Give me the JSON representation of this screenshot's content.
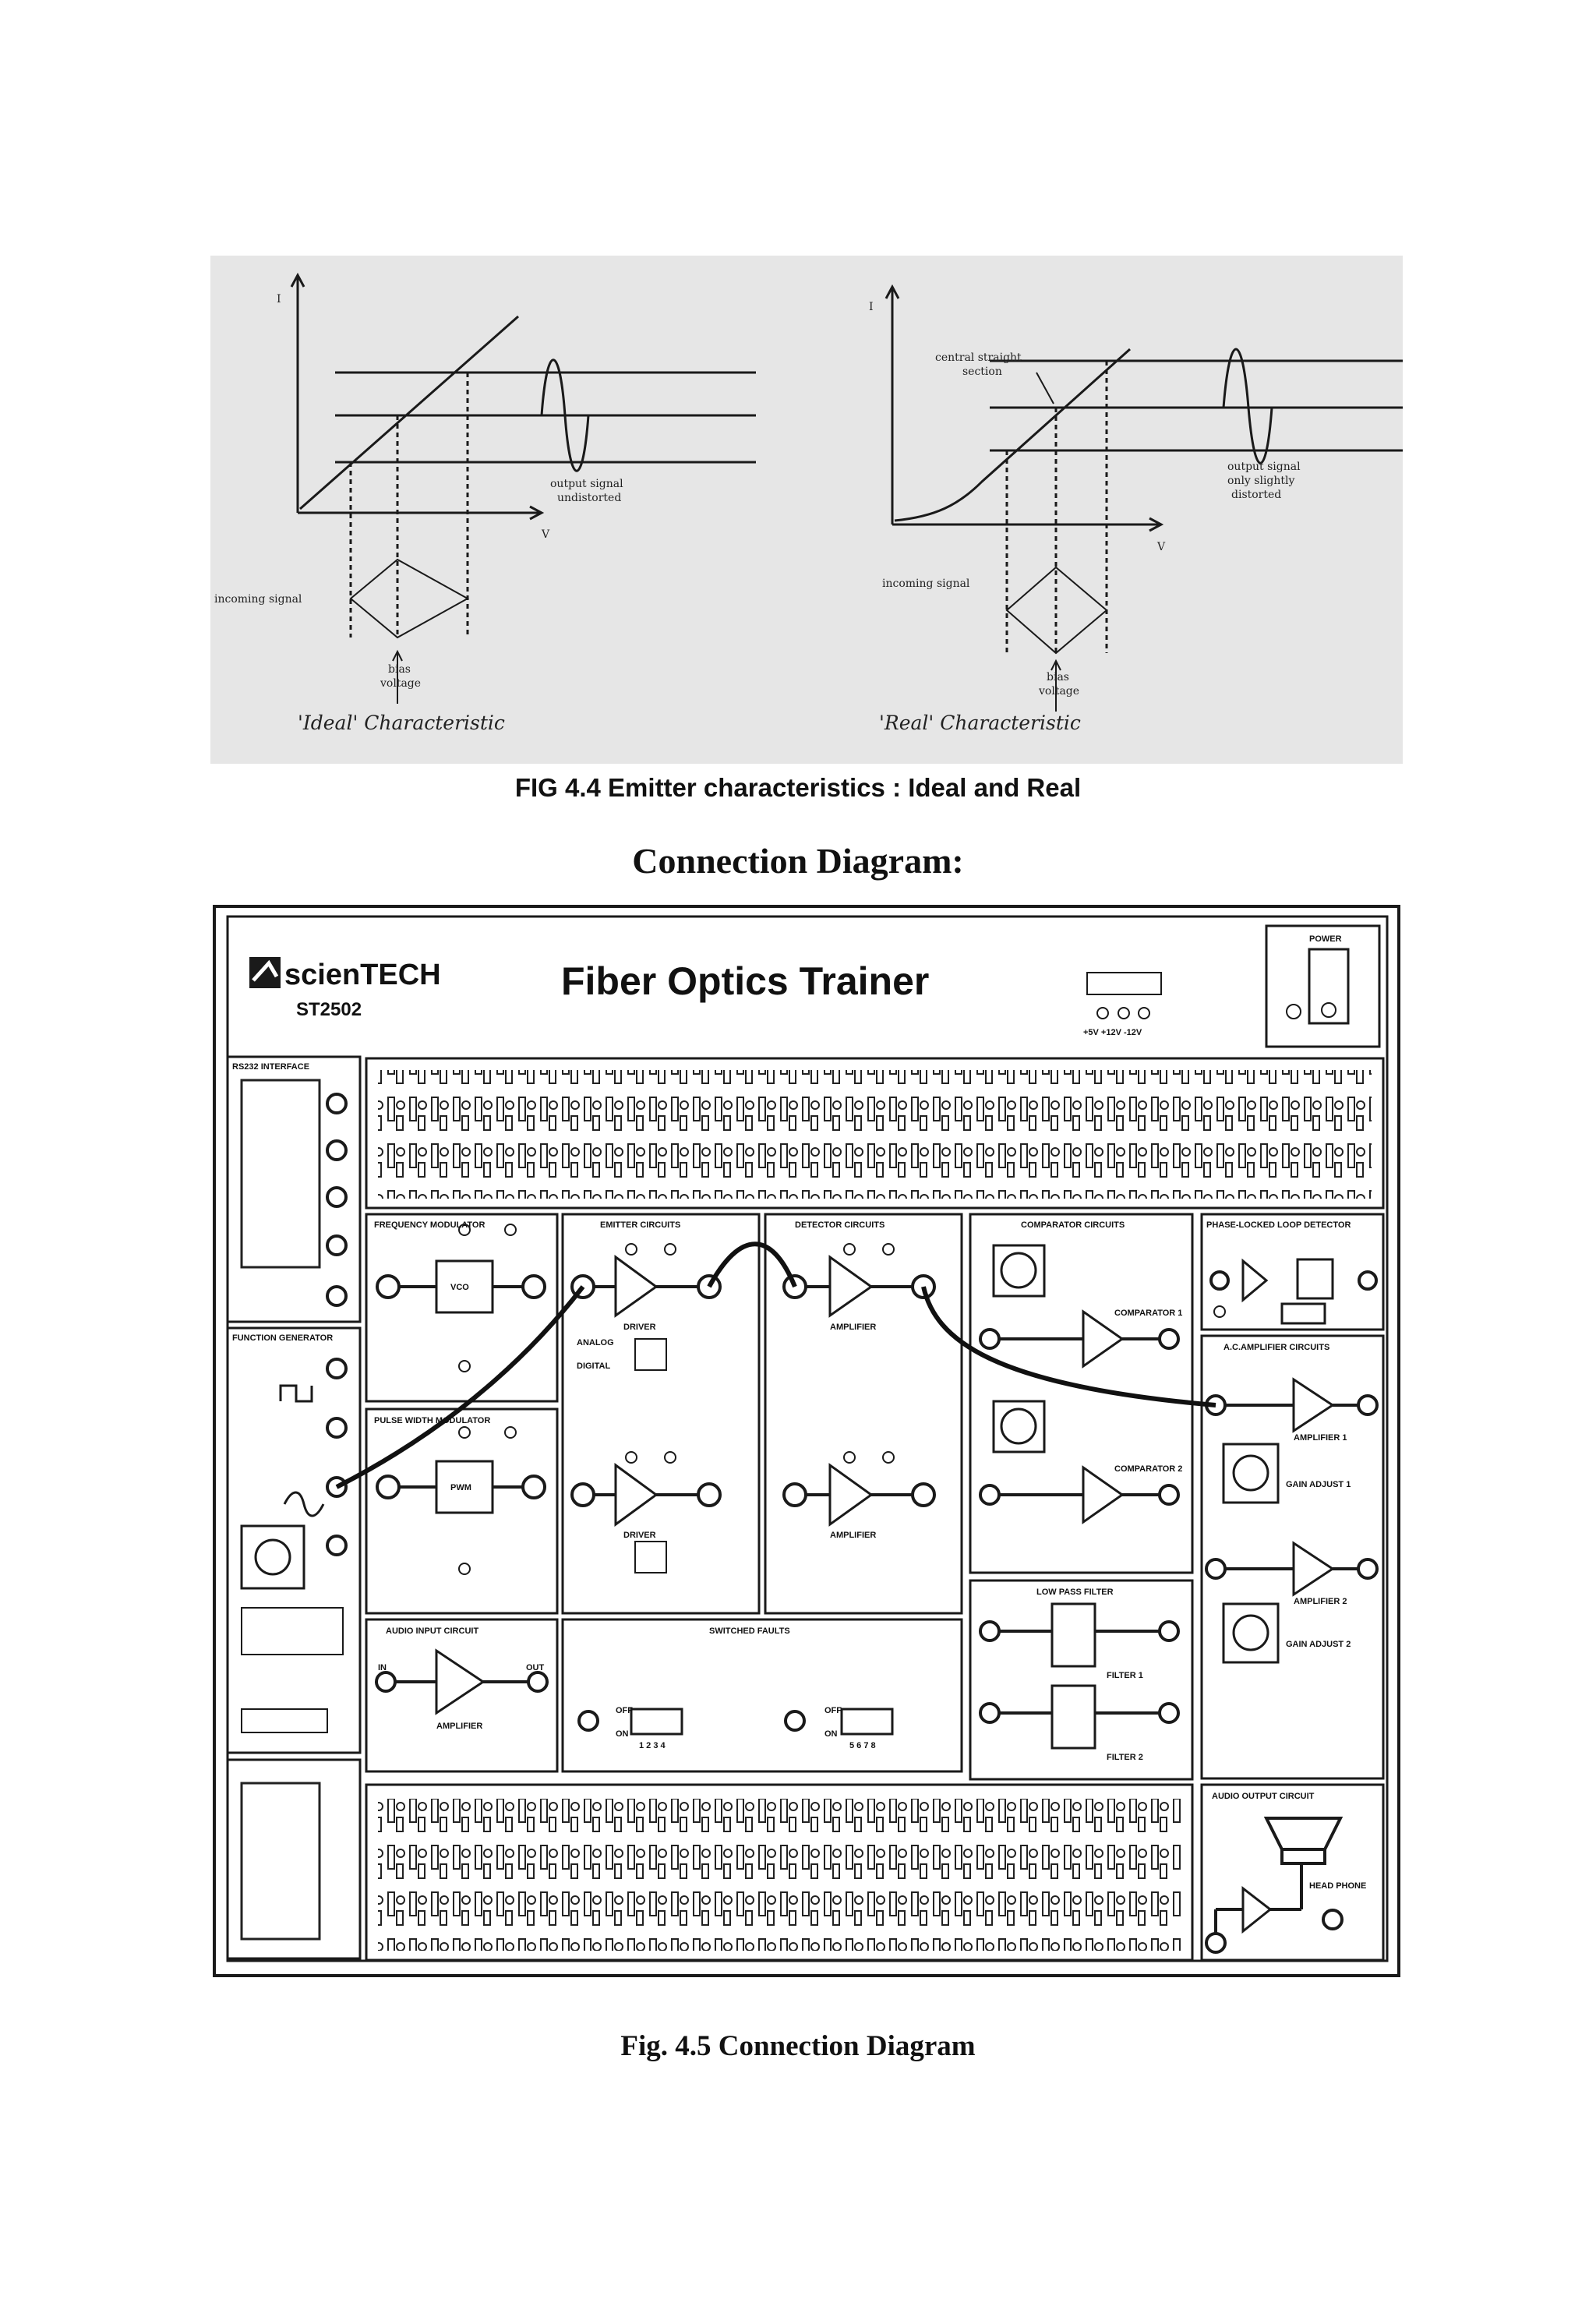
{
  "figure_4_4": {
    "ideal": {
      "y_axis": "I",
      "x_axis": "V",
      "output_label_1": "output signal",
      "output_label_2": "undistorted",
      "input_label": "incoming signal",
      "bias_1": "bias",
      "bias_2": "voltage",
      "title": "'Ideal' Characteristic"
    },
    "real": {
      "y_axis": "I",
      "x_axis": "V",
      "section_1": "central straight",
      "section_2": "section",
      "output_label_1": "output signal",
      "output_label_2": "only slightly",
      "output_label_3": "distorted",
      "input_label": "incoming signal",
      "bias_1": "bias",
      "bias_2": "voltage",
      "title": "'Real' Characteristic"
    },
    "caption": "FIG 4.4 Emitter characteristics : Ideal and Real"
  },
  "section_heading": "Connection Diagram:",
  "trainer": {
    "brand": "scienTECH",
    "model": "ST2502",
    "title": "Fiber Optics Trainer",
    "power": "POWER",
    "supply_labels": "+5V  +12V  -12V",
    "panels": {
      "pc_interface": "RS232 INTERFACE",
      "function_generator": "FUNCTION GENERATOR",
      "frequency_modulator": "FREQUENCY MODULATOR",
      "pulse_width_modulator": "PULSE WIDTH MODULATOR",
      "emitter_circuits": "EMITTER CIRCUITS",
      "detector_circuits": "DETECTOR CIRCUITS",
      "comparator_circuits": "COMPARATOR CIRCUITS",
      "pll_detector": "PHASE-LOCKED LOOP DETECTOR",
      "ac_amplifier": "A.C.AMPLIFIER CIRCUITS",
      "low_pass_filter": "LOW PASS FILTER",
      "audio_input": "AUDIO INPUT CIRCUIT",
      "switched_faults": "SWITCHED FAULTS",
      "audio_output": "AUDIO OUTPUT CIRCUIT"
    },
    "sub_labels": {
      "vco": "VCO",
      "pwm": "PWM",
      "driver": "DRIVER",
      "amplifier": "AMPLIFIER",
      "comparator_1": "COMPARATOR 1",
      "comparator_2": "COMPARATOR 2",
      "amplifier_1": "AMPLIFIER 1",
      "amplifier_2": "AMPLIFIER 2",
      "filter_1": "FILTER 1",
      "filter_2": "FILTER 2",
      "analog": "ANALOG",
      "digital": "DIGITAL",
      "head_phone": "HEAD PHONE",
      "vin": "IN",
      "vout": "OUT",
      "faults_1": "1 2 3 4",
      "faults_2": "5 6 7 8",
      "sw_on": "ON",
      "sw_off": "OFF",
      "gain_adjust_1": "GAIN ADJUST 1",
      "gain_adjust_2": "GAIN ADJUST 2"
    }
  },
  "caption_4_5": "Fig. 4.5 Connection Diagram"
}
